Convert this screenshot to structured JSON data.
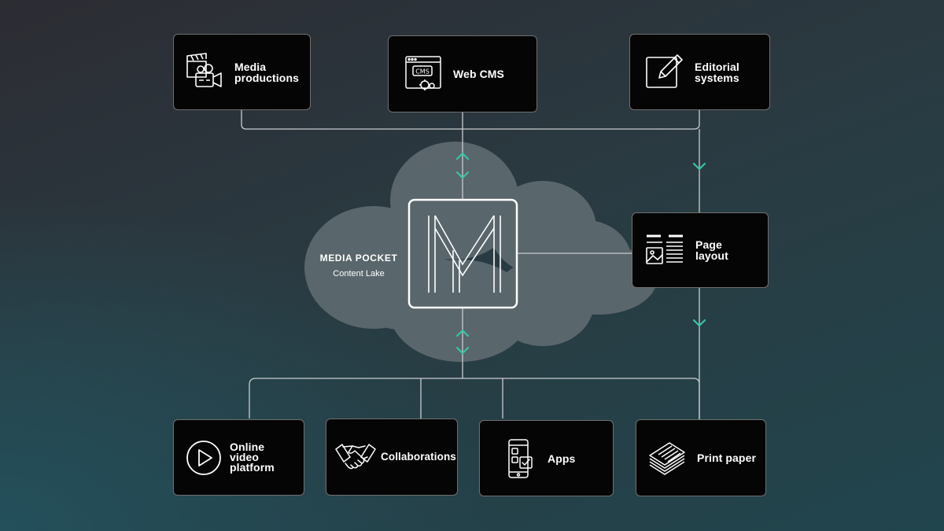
{
  "hub": {
    "title": "MEDIA POCKET",
    "subtitle": "Content Lake",
    "logo_icon": "m-monogram-icon"
  },
  "sources": [
    {
      "label": "Media\nproductions",
      "icon": "film-camera-icon"
    },
    {
      "label": "Web CMS",
      "icon": "cms-window-icon"
    },
    {
      "label": "Editorial\nsystems",
      "icon": "pencil-edit-icon"
    }
  ],
  "intermediate": {
    "label": "Page\nlayout",
    "icon": "page-layout-icon"
  },
  "outputs": [
    {
      "label": "Online\nvideo\nplatform",
      "icon": "play-circle-icon"
    },
    {
      "label": "Collaborations",
      "icon": "handshake-icon"
    },
    {
      "label": "Apps",
      "icon": "smartphone-icon"
    },
    {
      "label": "Print paper",
      "icon": "paper-stack-icon"
    }
  ],
  "colors": {
    "card_background": "#050505",
    "card_border": "#6f6f6f",
    "connector": "#c9cdd0",
    "arrow_accent": "#37c4a8",
    "cloud": "#5e6a6f"
  }
}
